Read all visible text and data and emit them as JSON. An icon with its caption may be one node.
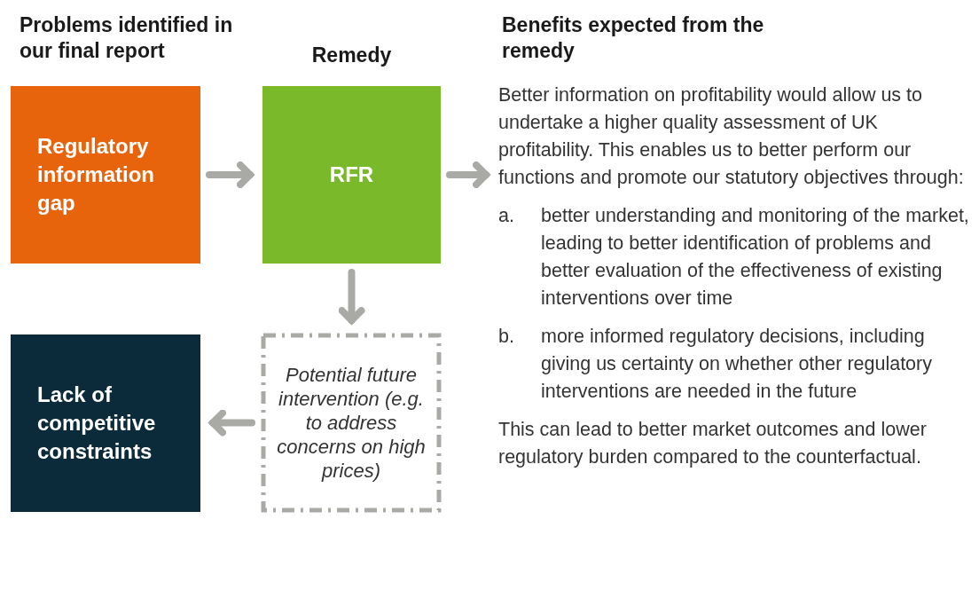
{
  "diagram": {
    "nodes": [
      {
        "text": [
          "Regulatory information gap"
        ]
      },
      {
        "text": [
          "RFR"
        ]
      },
      {
        "text": [
          "Better information on profitability would allow us to undertake a higher quality assessment of UK profitability. This enables us to better perform our functions and promote our statutory objectives through:",
          "a.",
          "better understanding and monitoring of the market, leading to better identification of problems and better evaluation of the effectiveness of existing interventions over time",
          "b.",
          "more informed regulatory decisions, including giving us certainty on whether other regulatory interventions are needed in the future",
          "This can lead to better market outcomes and lower regulatory burden compared to the counterfactual."
        ]
      },
      {
        "text": [
          "Lack of competitive constraints"
        ]
      },
      {
        "text": [
          "Potential future intervention (e.g. to address concerns on high prices)"
        ]
      }
    ],
    "edges": [
      {
        "from": 0,
        "to": 1,
        "arrow": "to"
      },
      {
        "from": 1,
        "to": 2,
        "arrow": "to"
      },
      {
        "from": 1,
        "to": 4,
        "arrow": "to"
      },
      {
        "from": 4,
        "to": 3,
        "arrow": "to"
      }
    ],
    "labels": [
      "Problems identified in our final report",
      "Remedy",
      "Benefits expected from the remedy"
    ]
  }
}
